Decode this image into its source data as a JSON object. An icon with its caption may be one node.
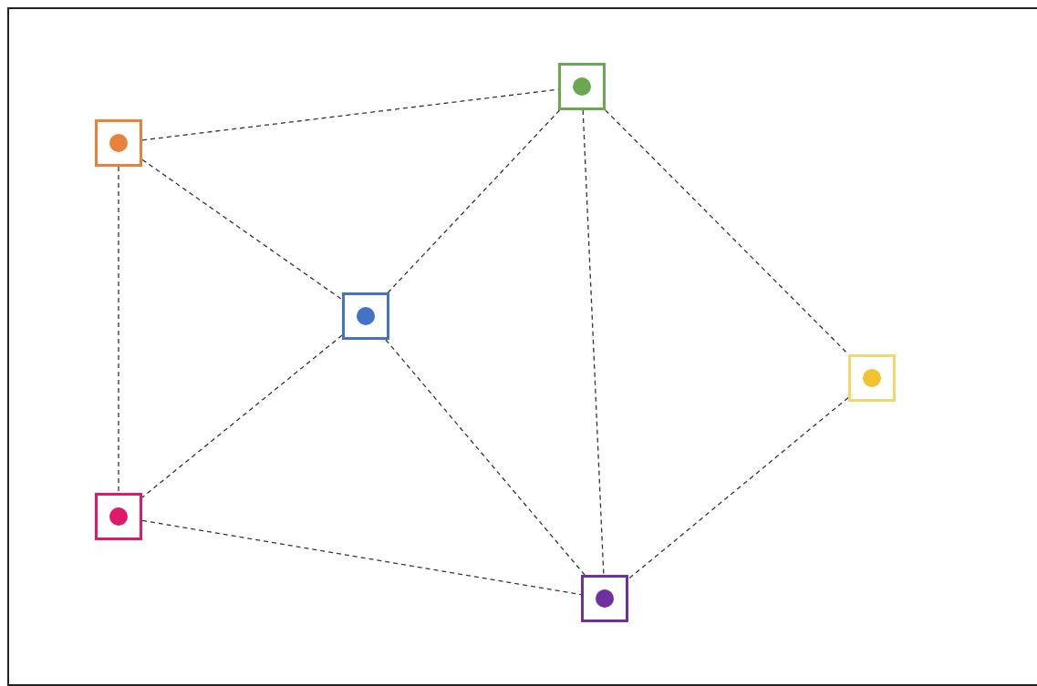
{
  "diagram": {
    "nodes": [
      {
        "text": [],
        "shape": "box"
      },
      {
        "text": [],
        "shape": "box"
      },
      {
        "text": [],
        "shape": "box"
      },
      {
        "text": [],
        "shape": "box"
      },
      {
        "text": [],
        "shape": "box"
      },
      {
        "text": [],
        "shape": "box"
      }
    ],
    "edges": [
      {
        "from": 1,
        "to": 0,
        "arrow": "none",
        "style": "dashed"
      },
      {
        "from": 1,
        "to": 2,
        "arrow": "none",
        "style": "dashed"
      },
      {
        "from": 1,
        "to": 4,
        "arrow": "none",
        "style": "dashed"
      },
      {
        "from": 0,
        "to": 2,
        "arrow": "none",
        "style": "dashed"
      },
      {
        "from": 0,
        "to": 5,
        "arrow": "none",
        "style": "dashed"
      },
      {
        "from": 0,
        "to": 3,
        "arrow": "none",
        "style": "dashed"
      },
      {
        "from": 2,
        "to": 4,
        "arrow": "none",
        "style": "dashed"
      },
      {
        "from": 2,
        "to": 5,
        "arrow": "none",
        "style": "dashed"
      },
      {
        "from": 4,
        "to": 5,
        "arrow": "none",
        "style": "dashed"
      },
      {
        "from": 3,
        "to": 5,
        "arrow": "none",
        "style": "dashed"
      }
    ]
  }
}
